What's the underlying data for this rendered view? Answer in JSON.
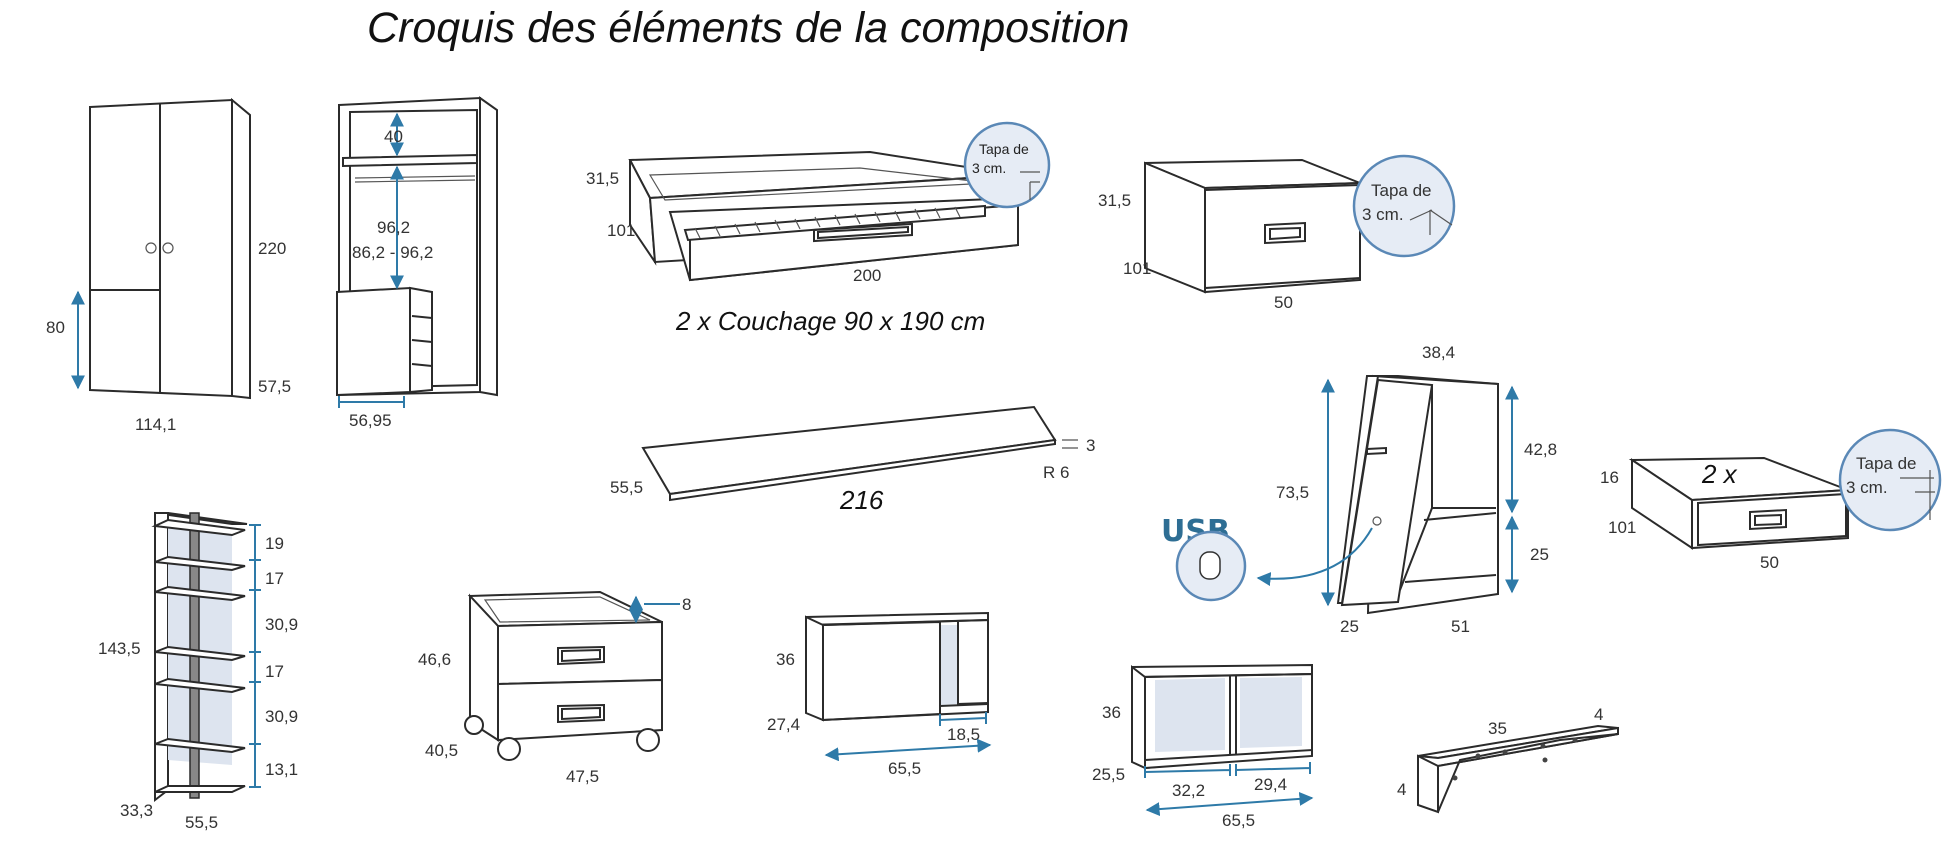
{
  "title": "Croquis des éléments de la composition",
  "lid_note_line1": "Tapa de",
  "lid_note_line2": "3 cm.",
  "usb_label": "USB",
  "wardrobe_closed": {
    "height": "220",
    "door_split": "80",
    "depth": "57,5",
    "width": "114,1"
  },
  "wardrobe_open": {
    "top_space": "40",
    "mid_space": "96,2",
    "range": "86,2 - 96,2",
    "drawer_depth": "56,95"
  },
  "trundle_bed": {
    "height": "31,5",
    "depth": "101",
    "length": "200",
    "caption": "2 x Couchage 90 x 190 cm"
  },
  "drawer_unit": {
    "height": "31,5",
    "depth": "101",
    "width": "50"
  },
  "desk_top": {
    "depth": "55,5",
    "length": "216",
    "thickness": "3",
    "radius": "R 6"
  },
  "bedside_shelf": {
    "depth_top": "38,4",
    "height": "73,5",
    "upper": "42,8",
    "lower": "25",
    "depth_base": "25",
    "width": "51"
  },
  "underbed_drawer": {
    "multiplier": "2 x",
    "height": "16",
    "depth": "101",
    "width": "50"
  },
  "shelf_column": {
    "gaps": [
      "19",
      "17",
      "30,9",
      "17",
      "30,9",
      "13,1"
    ],
    "height": "143,5",
    "depth": "33,3",
    "width": "55,5"
  },
  "mobile_cabinet": {
    "top": "8",
    "height": "46,6",
    "depth": "40,5",
    "width": "47,5"
  },
  "sliding_cabinet": {
    "height": "36",
    "depth": "27,4",
    "opening": "18,5",
    "width": "65,5"
  },
  "open_cube": {
    "height": "36",
    "depth": "25,5",
    "left": "32,2",
    "right": "29,4",
    "width": "65,5"
  },
  "wall_shelf": {
    "length": "35",
    "height": "4",
    "thickness": "4"
  }
}
